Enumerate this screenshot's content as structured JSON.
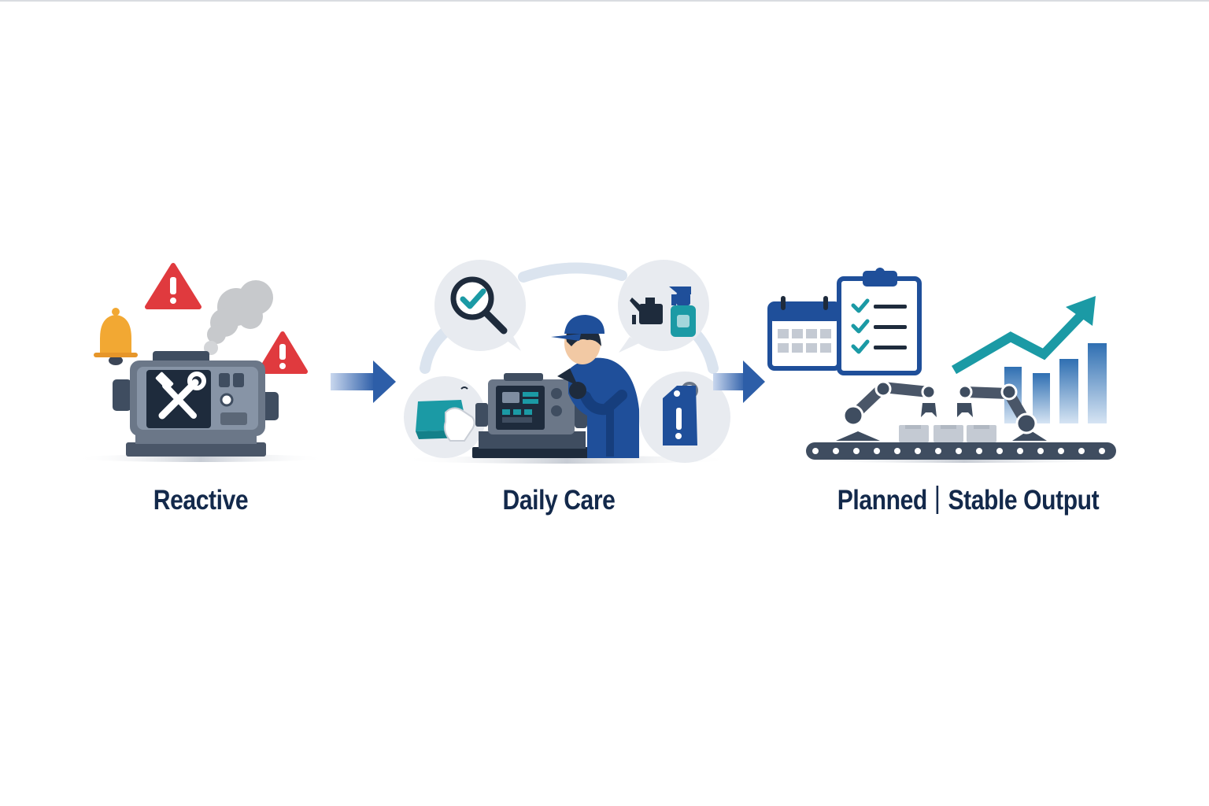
{
  "stages": [
    {
      "id": "reactive",
      "label": "Reactive"
    },
    {
      "id": "daily-care",
      "label": "Daily Care"
    },
    {
      "id": "planned",
      "label_left": "Planned",
      "label_right": "Stable Output"
    }
  ],
  "icons": {
    "reactive": [
      "bell-icon",
      "warning-icon",
      "smoke-cloud-icon",
      "broken-machine-icon",
      "wrench-hammer-icon"
    ],
    "daily_care": [
      "magnifier-check-icon",
      "oil-can-icon",
      "spray-bottle-icon",
      "cleaning-cloth-icon",
      "tag-alert-icon",
      "technician-icon",
      "machine-panel-icon"
    ],
    "planned": [
      "calendar-icon",
      "clipboard-checklist-icon",
      "trend-arrow-icon",
      "bar-chart-icon",
      "robot-arm-icon",
      "conveyor-belt-icon"
    ]
  },
  "colors": {
    "navy": "#13294b",
    "steel": "#3f4d60",
    "blue": "#1f4f9a",
    "teal": "#1b9aa5",
    "alert_red": "#e03a3e",
    "bell_yellow": "#f2a833",
    "bubble_bg": "#e8ebf0"
  }
}
